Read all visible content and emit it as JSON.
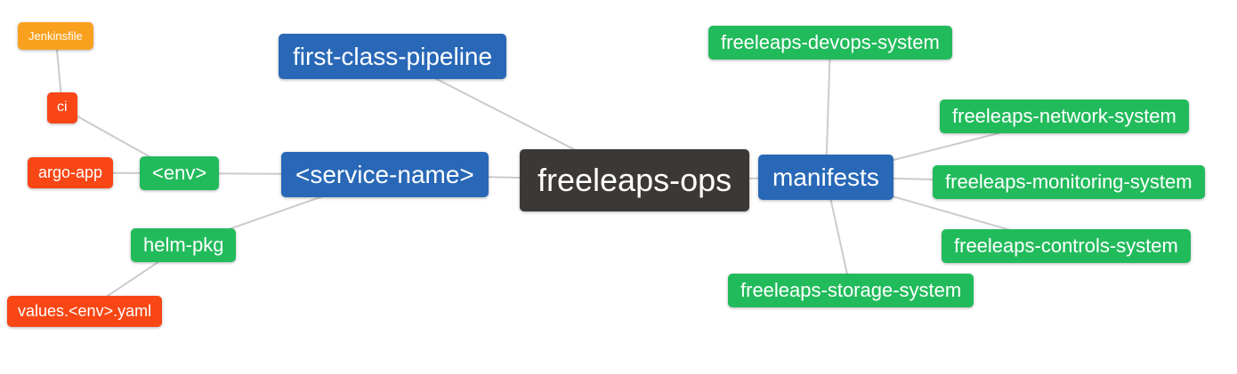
{
  "diagram": {
    "type": "mindmap",
    "background_color": "#ffffff",
    "edge_color": "#cbcbcb",
    "text_color": "#ffffff",
    "palette": {
      "root": "#3c3836",
      "branch_blue": "#2968b7",
      "leaf_green": "#22bb5c",
      "leaf_red": "#f84615",
      "leaf_orange": "#f9a11e"
    },
    "nodes": [
      {
        "id": "freeleaps-ops",
        "label": "freeleaps-ops",
        "role": "root"
      },
      {
        "id": "first-class-pipeline",
        "label": "first-class-pipeline",
        "role": "branch_blue"
      },
      {
        "id": "service-name",
        "label": "<service-name>",
        "role": "branch_blue"
      },
      {
        "id": "manifests",
        "label": "manifests",
        "role": "branch_blue"
      },
      {
        "id": "env",
        "label": "<env>",
        "role": "leaf_green"
      },
      {
        "id": "helm-pkg",
        "label": "helm-pkg",
        "role": "leaf_green"
      },
      {
        "id": "ci",
        "label": "ci",
        "role": "leaf_red"
      },
      {
        "id": "argo-app",
        "label": "argo-app",
        "role": "leaf_red"
      },
      {
        "id": "jenkinsfile",
        "label": "Jenkinsfile",
        "role": "leaf_orange"
      },
      {
        "id": "values-env-yaml",
        "label": "values.<env>.yaml",
        "role": "leaf_red"
      },
      {
        "id": "devops-system",
        "label": "freeleaps-devops-system",
        "role": "leaf_green"
      },
      {
        "id": "network-system",
        "label": "freeleaps-network-system",
        "role": "leaf_green"
      },
      {
        "id": "monitoring-system",
        "label": "freeleaps-monitoring-system",
        "role": "leaf_green"
      },
      {
        "id": "controls-system",
        "label": "freeleaps-controls-system",
        "role": "leaf_green"
      },
      {
        "id": "storage-system",
        "label": "freeleaps-storage-system",
        "role": "leaf_green"
      }
    ],
    "edges": [
      {
        "from": "freeleaps-ops",
        "to": "first-class-pipeline"
      },
      {
        "from": "freeleaps-ops",
        "to": "service-name"
      },
      {
        "from": "freeleaps-ops",
        "to": "manifests"
      },
      {
        "from": "service-name",
        "to": "env"
      },
      {
        "from": "service-name",
        "to": "helm-pkg"
      },
      {
        "from": "env",
        "to": "ci"
      },
      {
        "from": "env",
        "to": "argo-app"
      },
      {
        "from": "ci",
        "to": "jenkinsfile"
      },
      {
        "from": "helm-pkg",
        "to": "values-env-yaml"
      },
      {
        "from": "manifests",
        "to": "devops-system"
      },
      {
        "from": "manifests",
        "to": "network-system"
      },
      {
        "from": "manifests",
        "to": "monitoring-system"
      },
      {
        "from": "manifests",
        "to": "controls-system"
      },
      {
        "from": "manifests",
        "to": "storage-system"
      }
    ]
  }
}
